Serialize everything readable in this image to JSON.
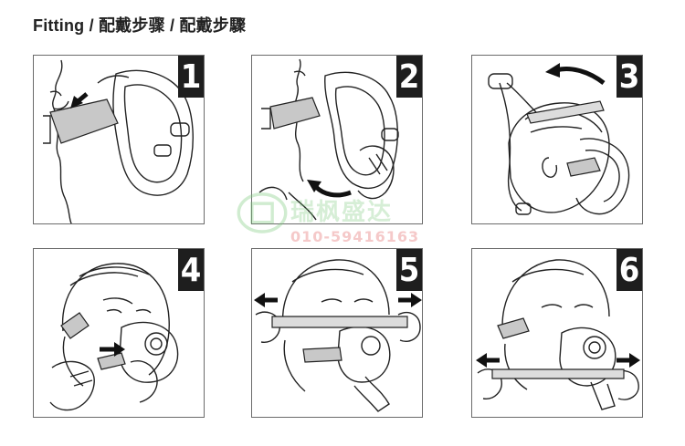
{
  "header": {
    "title": "Fitting / 配戴步骤 / 配戴步驟"
  },
  "steps": [
    {
      "number": "1"
    },
    {
      "number": "2"
    },
    {
      "number": "3"
    },
    {
      "number": "4"
    },
    {
      "number": "5"
    },
    {
      "number": "6"
    }
  ],
  "watermark": {
    "text": "瑞枫盛达",
    "phone": "010-59416163",
    "color": "#7cc47c"
  },
  "colors": {
    "frame": "#6b6b6b",
    "badge": "#1e1e1e",
    "strap": "#c8c8c8",
    "arrow": "#111111"
  }
}
